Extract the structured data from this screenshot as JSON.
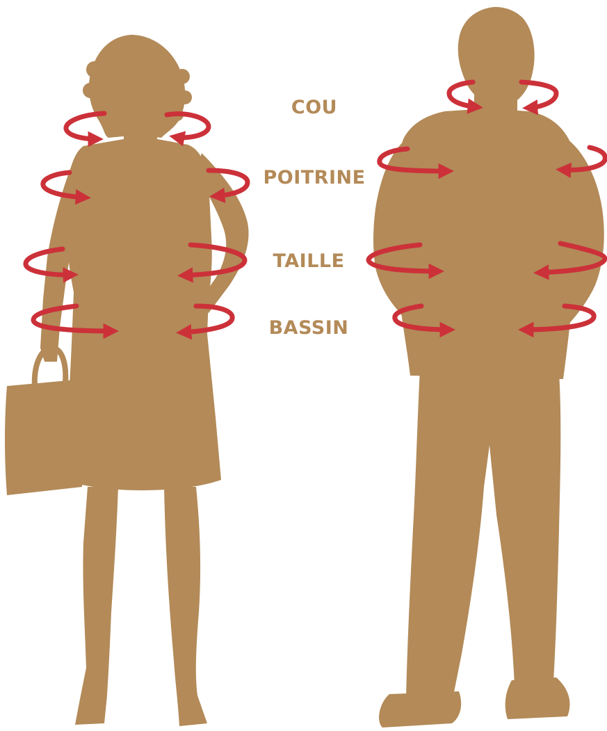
{
  "labels": {
    "neck": "COU",
    "chest": "POITRINE",
    "waist": "TAILLE",
    "hips": "BASSIN"
  },
  "colors": {
    "silhouette": "#B38A58",
    "arrow": "#CC3139",
    "label": "#B38A58",
    "background": "#FFFFFF"
  },
  "figures": [
    "woman-silhouette",
    "man-silhouette"
  ],
  "icons": {
    "measure_arrow": "circular-arrow-icon",
    "handbag": "handbag-icon"
  }
}
